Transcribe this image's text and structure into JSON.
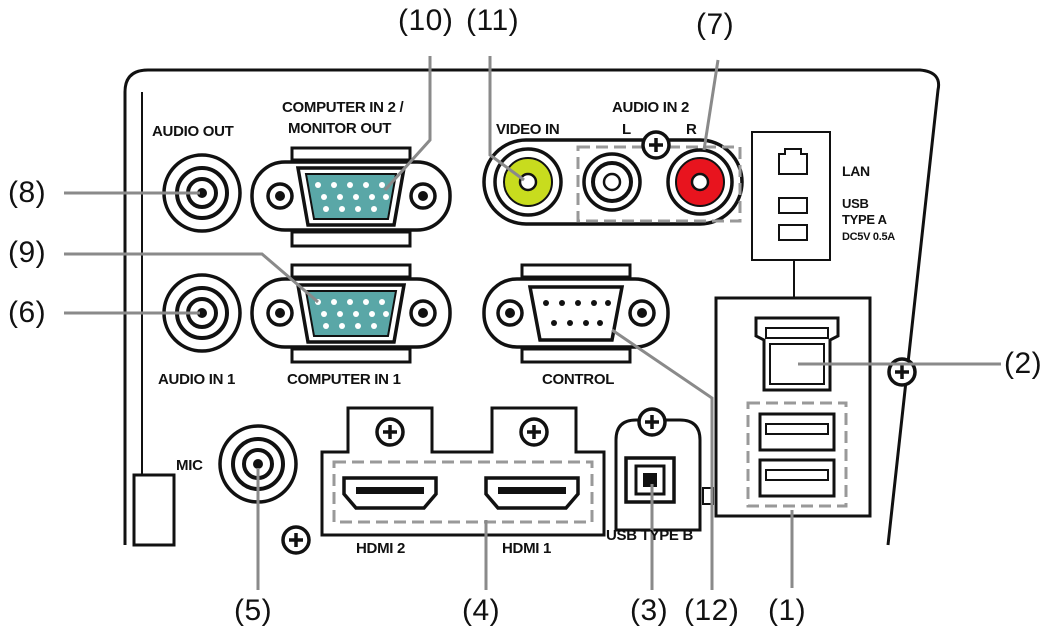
{
  "callouts": {
    "c1": "(1)",
    "c2": "(2)",
    "c3": "(3)",
    "c4": "(4)",
    "c5": "(5)",
    "c6": "(6)",
    "c7": "(7)",
    "c8": "(8)",
    "c9": "(9)",
    "c10": "(10)",
    "c11": "(11)",
    "c12": "(12)"
  },
  "panel_labels": {
    "audio_out": "AUDIO OUT",
    "computer_in2_line1": "COMPUTER IN 2 /",
    "computer_in2_line2": "MONITOR OUT",
    "video_in": "VIDEO IN",
    "audio_in2": "AUDIO IN 2",
    "audio_l": "L",
    "audio_r": "R",
    "lan": "LAN",
    "usb_a_line1": "USB",
    "usb_a_line2": "TYPE A",
    "usb_a_line3": "DC5V 0.5A",
    "audio_in1": "AUDIO IN 1",
    "computer_in1": "COMPUTER IN 1",
    "control": "CONTROL",
    "mic": "MIC",
    "hdmi2": "HDMI 2",
    "hdmi1": "HDMI 1",
    "usb_b": "USB TYPE B"
  },
  "colors": {
    "vga_teal": "#5aa7a7",
    "video_yellow": "#c8dc1e",
    "audio_red": "#e8141e",
    "line_gray": "#8a8a8a",
    "ink": "#111111"
  }
}
